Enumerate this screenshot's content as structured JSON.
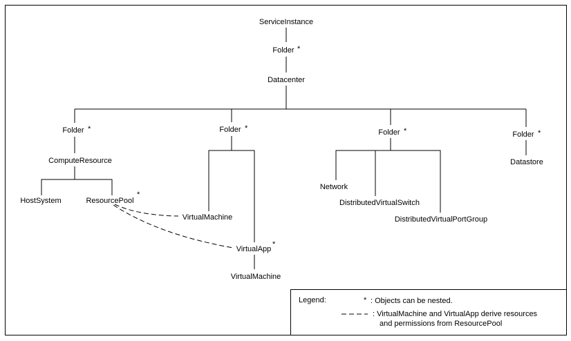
{
  "nodes": {
    "service_instance": "ServiceInstance",
    "root_folder": "Folder",
    "datacenter": "Datacenter",
    "host_folder": "Folder",
    "vm_folder": "Folder",
    "network_folder": "Folder",
    "datastore_folder": "Folder",
    "compute_resource": "ComputeResource",
    "host_system": "HostSystem",
    "resource_pool": "ResourcePool",
    "virtual_machine_1": "VirtualMachine",
    "virtual_app": "VirtualApp",
    "virtual_machine_2": "VirtualMachine",
    "network": "Network",
    "distributed_virtual_switch": "DistributedVirtualSwitch",
    "distributed_virtual_port_group": "DistributedVirtualPortGroup",
    "datastore": "Datastore"
  },
  "nested_marker": "*",
  "legend": {
    "title": "Legend:",
    "star_symbol": "*",
    "star_text": ": Objects can be nested.",
    "dash_text_line1": ": VirtualMachine and VirtualApp derive resources",
    "dash_text_line2": "and permissions from ResourcePool"
  }
}
